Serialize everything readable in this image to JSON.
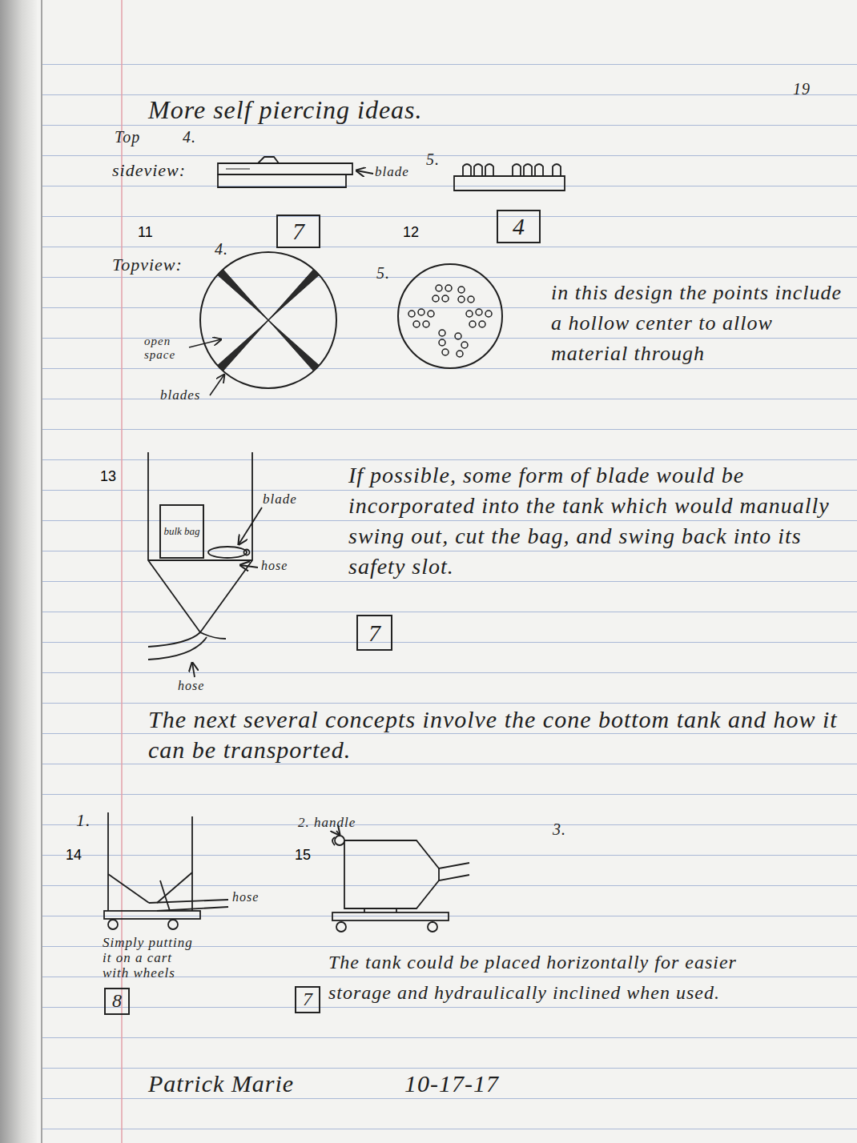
{
  "diagram": {
    "title": "More self piercing ideas.",
    "nodes": [
      {
        "text": [
          "7"
        ]
      },
      {
        "text": [
          "4"
        ]
      },
      {
        "text": [
          "bulk bag"
        ]
      },
      {
        "text": [
          "7"
        ]
      },
      {
        "text": [
          "8"
        ]
      },
      {
        "text": [
          "7"
        ]
      }
    ],
    "labels": [
      "19",
      "Top",
      "4.",
      "5.",
      "sideview:",
      "blade",
      "11",
      "12",
      "Topview:",
      "4.",
      "5.",
      "in this design the points include a hollow center to allow material through",
      "open space",
      "blades",
      "13",
      "If possible, some form of blade would be incorporated into the tank which would manually swing out, cut the bag, and swing back into its safety slot.",
      "blade",
      "hose",
      "hose",
      "The next several concepts involve the cone bottom tank and how it can be transported.",
      "1.",
      "2. handle",
      "3.",
      "14",
      "15",
      "hose",
      "Simply putting it on a cart with wheels",
      "The tank could be placed horizontally for easier storage and hydraulically inclined when used.",
      "Patrick Marie",
      "10-17-17"
    ]
  }
}
